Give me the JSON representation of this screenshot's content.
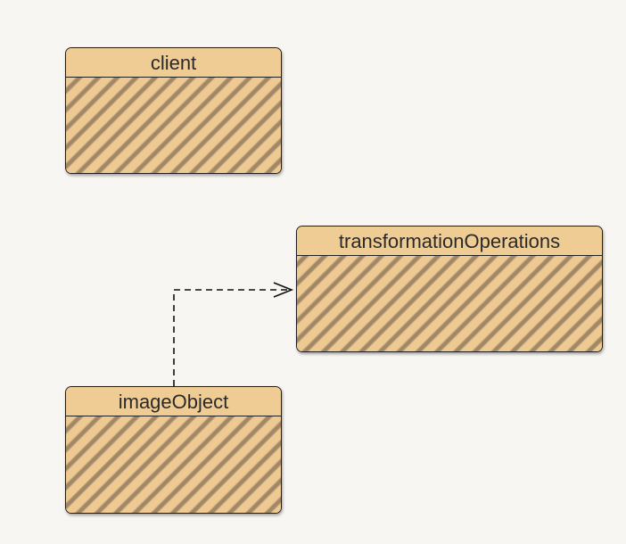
{
  "diagram": {
    "classes": [
      {
        "id": "client",
        "name": "client"
      },
      {
        "id": "transform",
        "name": "transformationOperations"
      },
      {
        "id": "image",
        "name": "imageObject"
      }
    ],
    "relations": [
      {
        "from": "imageObject",
        "to": "transformationOperations",
        "style": "dashed",
        "arrow": "open"
      }
    ]
  },
  "colors": {
    "header": "#f0cc95",
    "body": "#efc992",
    "stripe": "#a08766",
    "border": "#1f1f1f",
    "background": "#f7f6f2"
  }
}
